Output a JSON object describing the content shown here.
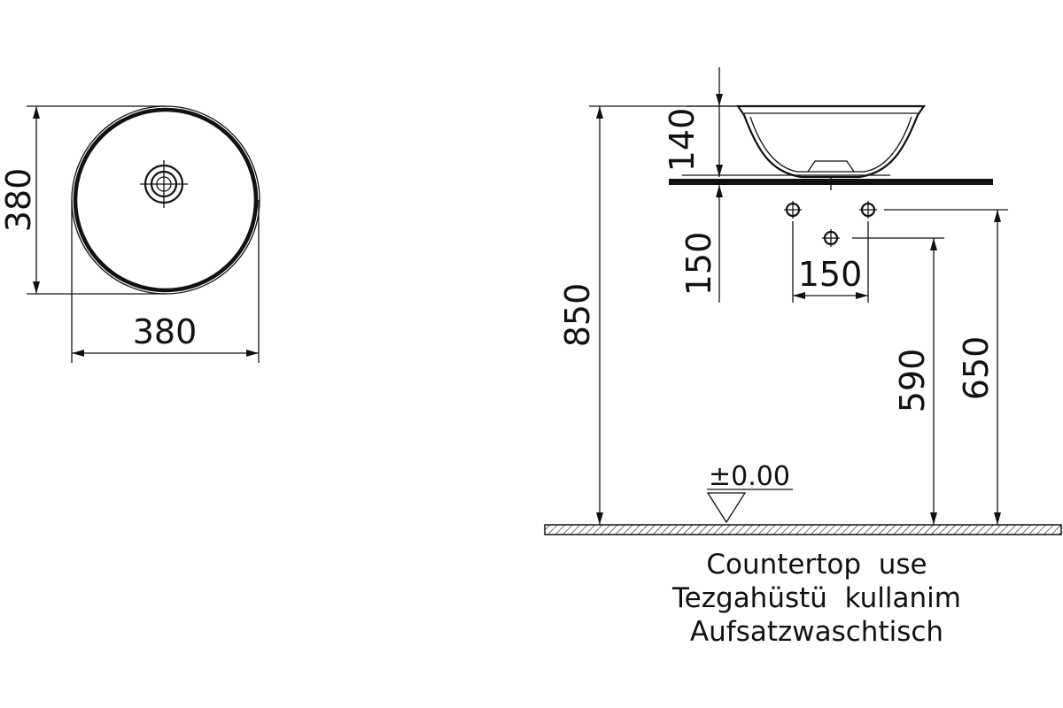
{
  "plan_view": {
    "width_label": "380",
    "depth_label": "380"
  },
  "side_view": {
    "bowl_height_label": "140",
    "drain_offset_label": "150",
    "tap_spacing_label": "150",
    "counter_height_label": "850",
    "inlet_height_label": "650",
    "waste_height_label": "590",
    "floor_level_label": "±0.00"
  },
  "caption": {
    "line1": "Countertop  use",
    "line2": "Tezgahüstü  kullanim",
    "line3": "Aufsatzwaschtisch"
  }
}
